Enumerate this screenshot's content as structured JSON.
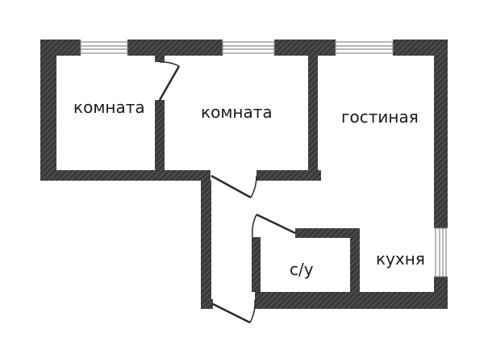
{
  "floor_plan": {
    "rooms": [
      {
        "id": "room-left",
        "label": "комната"
      },
      {
        "id": "room-middle",
        "label": "комната"
      },
      {
        "id": "living-room",
        "label": "гостиная"
      },
      {
        "id": "bathroom",
        "label": "с/у"
      },
      {
        "id": "kitchen",
        "label": "кухня"
      }
    ],
    "colors": {
      "wall": "#3a3a3a",
      "hatch": "#6a6a6a",
      "window_frame": "#8a8a8a",
      "door_arc": "#2a2a2a",
      "background": "#ffffff"
    }
  }
}
